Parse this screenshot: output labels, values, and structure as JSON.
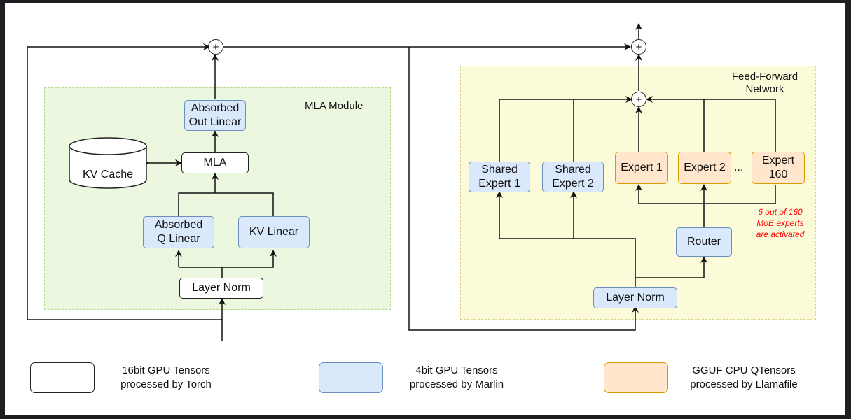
{
  "mla_module": {
    "label": "MLA Module",
    "kv_cache": "KV Cache",
    "mla": "MLA",
    "absorbed_out_linear": "Absorbed\nOut Linear",
    "absorbed_q_linear": "Absorbed\nQ Linear",
    "kv_linear": "KV Linear",
    "layer_norm": "Layer Norm"
  },
  "ffn": {
    "label": "Feed-Forward\nNetwork",
    "shared_expert_1": "Shared\nExpert 1",
    "shared_expert_2": "Shared\nExpert 2",
    "expert_1": "Expert 1",
    "expert_2": "Expert 2",
    "ellipsis": "...",
    "expert_160": "Expert\n160",
    "router": "Router",
    "layer_norm": "Layer Norm",
    "note": "6 out of 160\nMoE experts\nare activated"
  },
  "plus_symbol": "+",
  "legend": [
    {
      "text": "16bit GPU Tensors\nprocessed by Torch",
      "fill": "#ffffff",
      "stroke": "#222222"
    },
    {
      "text": "4bit GPU Tensors\nprocessed by Marlin",
      "fill": "#dae8fc",
      "stroke": "#6c8ebf"
    },
    {
      "text": "GGUF CPU QTensors\nprocessed by Llamafile",
      "fill": "#ffe6cc",
      "stroke": "#d79b00"
    }
  ],
  "colors": {
    "torch": "#ffffff",
    "marlin": "#dae8fc",
    "llamafile": "#ffe6cc",
    "mla_region": "#ebf7df",
    "ffn_region": "#fcfbd9",
    "note": "#ff0000"
  }
}
